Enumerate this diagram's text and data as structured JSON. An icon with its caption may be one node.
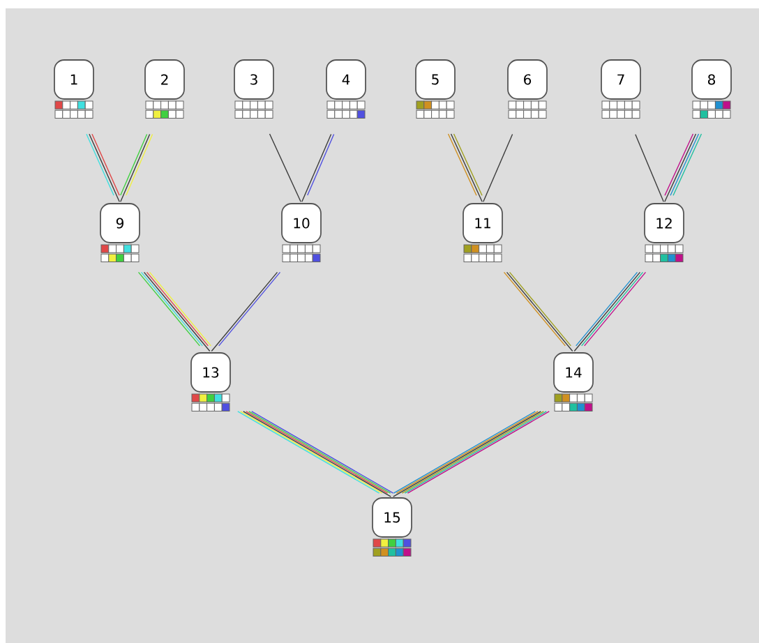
{
  "diagram": {
    "nodes": [
      {
        "text": [
          "1"
        ]
      },
      {
        "text": [
          "2"
        ]
      },
      {
        "text": [
          "3"
        ]
      },
      {
        "text": [
          "4"
        ]
      },
      {
        "text": [
          "5"
        ]
      },
      {
        "text": [
          "6"
        ]
      },
      {
        "text": [
          "7"
        ]
      },
      {
        "text": [
          "8"
        ]
      },
      {
        "text": [
          "9"
        ]
      },
      {
        "text": [
          "10"
        ]
      },
      {
        "text": [
          "11"
        ]
      },
      {
        "text": [
          "12"
        ]
      },
      {
        "text": [
          "13"
        ]
      },
      {
        "text": [
          "14"
        ]
      },
      {
        "text": [
          "15"
        ]
      }
    ],
    "edges": [
      {
        "from": 0,
        "to": 8,
        "arrow": "none"
      },
      {
        "from": 1,
        "to": 8,
        "arrow": "none"
      },
      {
        "from": 2,
        "to": 9,
        "arrow": "none"
      },
      {
        "from": 3,
        "to": 9,
        "arrow": "none"
      },
      {
        "from": 4,
        "to": 10,
        "arrow": "none"
      },
      {
        "from": 5,
        "to": 10,
        "arrow": "none"
      },
      {
        "from": 6,
        "to": 11,
        "arrow": "none"
      },
      {
        "from": 7,
        "to": 11,
        "arrow": "none"
      },
      {
        "from": 8,
        "to": 12,
        "arrow": "none"
      },
      {
        "from": 9,
        "to": 12,
        "arrow": "none"
      },
      {
        "from": 10,
        "to": 13,
        "arrow": "none"
      },
      {
        "from": 11,
        "to": 13,
        "arrow": "none"
      },
      {
        "from": 12,
        "to": 14,
        "arrow": "none"
      },
      {
        "from": 13,
        "to": 14,
        "arrow": "none"
      }
    ]
  }
}
